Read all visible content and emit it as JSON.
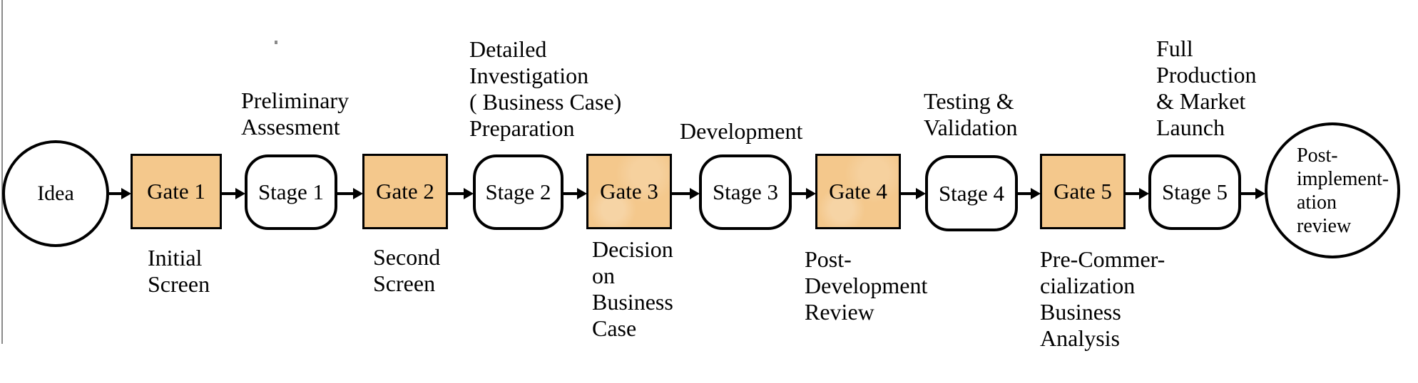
{
  "colors": {
    "gate_fill": "#F4C88C",
    "shape_border": "#000000",
    "text": "#000000",
    "edge_line": "#8A8A8A"
  },
  "nodes": [
    {
      "type": "circle",
      "label": "Idea"
    },
    {
      "type": "gate",
      "label": "Gate 1"
    },
    {
      "type": "stage",
      "label": "Stage 1"
    },
    {
      "type": "gate",
      "label": "Gate 2"
    },
    {
      "type": "stage",
      "label": "Stage 2"
    },
    {
      "type": "gate",
      "label": "Gate 3"
    },
    {
      "type": "stage",
      "label": "Stage 3"
    },
    {
      "type": "gate",
      "label": "Gate 4"
    },
    {
      "type": "stage",
      "label": "Stage 4"
    },
    {
      "type": "gate",
      "label": "Gate 5"
    },
    {
      "type": "stage",
      "label": "Stage 5"
    },
    {
      "type": "circle",
      "label": "Post-\nimplement-\nation\nreview"
    }
  ],
  "annotations_above": [
    {
      "for": "Stage 1",
      "text": "Preliminary\nAssesment"
    },
    {
      "for": "Stage 2",
      "text": "Detailed\nInvestigation\n( Business Case)\nPreparation"
    },
    {
      "for": "Stage 3",
      "text": "Development"
    },
    {
      "for": "Stage 4",
      "text": "Testing &\nValidation"
    },
    {
      "for": "Stage 5",
      "text": "Full\nProduction\n& Market\nLaunch"
    }
  ],
  "annotations_below": [
    {
      "for": "Gate 1",
      "text": "Initial\nScreen"
    },
    {
      "for": "Gate 2",
      "text": "Second\nScreen"
    },
    {
      "for": "Gate 3",
      "text": "Decision\non\nBusiness\nCase"
    },
    {
      "for": "Gate 4",
      "text": "Post-\nDevelopment\nReview"
    },
    {
      "for": "Gate 5",
      "text": "Pre-Commer-\ncialization\nBusiness\nAnalysis"
    }
  ]
}
